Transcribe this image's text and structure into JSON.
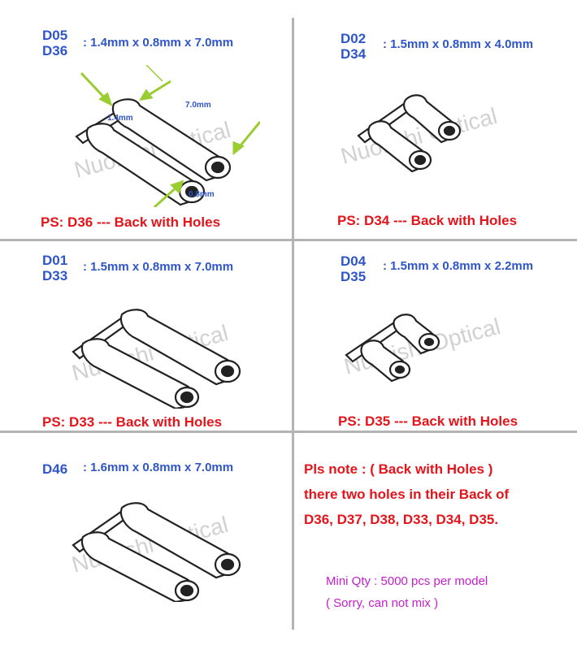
{
  "panels": [
    {
      "code1": "D05",
      "code2": "D36",
      "spec": ": 1.4mm x 0.8mm x 7.0mm",
      "ps": "PS: D36 --- Back with Holes",
      "watermark": "Nuorishi Optical"
    },
    {
      "code1": "D02",
      "code2": "D34",
      "spec": ": 1.5mm x 0.8mm x 4.0mm",
      "ps": "PS: D34 --- Back with Holes",
      "watermark": "Nuorishi Optical"
    },
    {
      "code1": "D01",
      "code2": "D33",
      "spec": ": 1.5mm x 0.8mm x 7.0mm",
      "ps": "PS: D33 --- Back with Holes",
      "watermark": "Nuorishi Optical"
    },
    {
      "code1": "D04",
      "code2": "D35",
      "spec": ": 1.5mm x 0.8mm x 2.2mm",
      "ps": "PS: D35 --- Back with Holes",
      "watermark": "Nuorishi Optical"
    },
    {
      "code1": "D46",
      "spec": ": 1.6mm x 0.8mm x 7.0mm",
      "watermark": "Nuorishi Optical"
    }
  ],
  "dimensions": {
    "length": "7.0mm",
    "width": "1.4mm",
    "hole": "0.8mm"
  },
  "note": {
    "line1": "Pls note :  ( Back with Holes )",
    "line2": "there two holes in their Back of",
    "line3": "D36, D37, D38, D33, D34, D35."
  },
  "qty": {
    "line1": "Mini Qty : 5000 pcs per model",
    "line2": "( Sorry, can not mix )"
  },
  "colors": {
    "code": "#2f56c8",
    "ps": "#e4141b",
    "qty": "#c41fcb",
    "arrow": "#9acd32"
  }
}
